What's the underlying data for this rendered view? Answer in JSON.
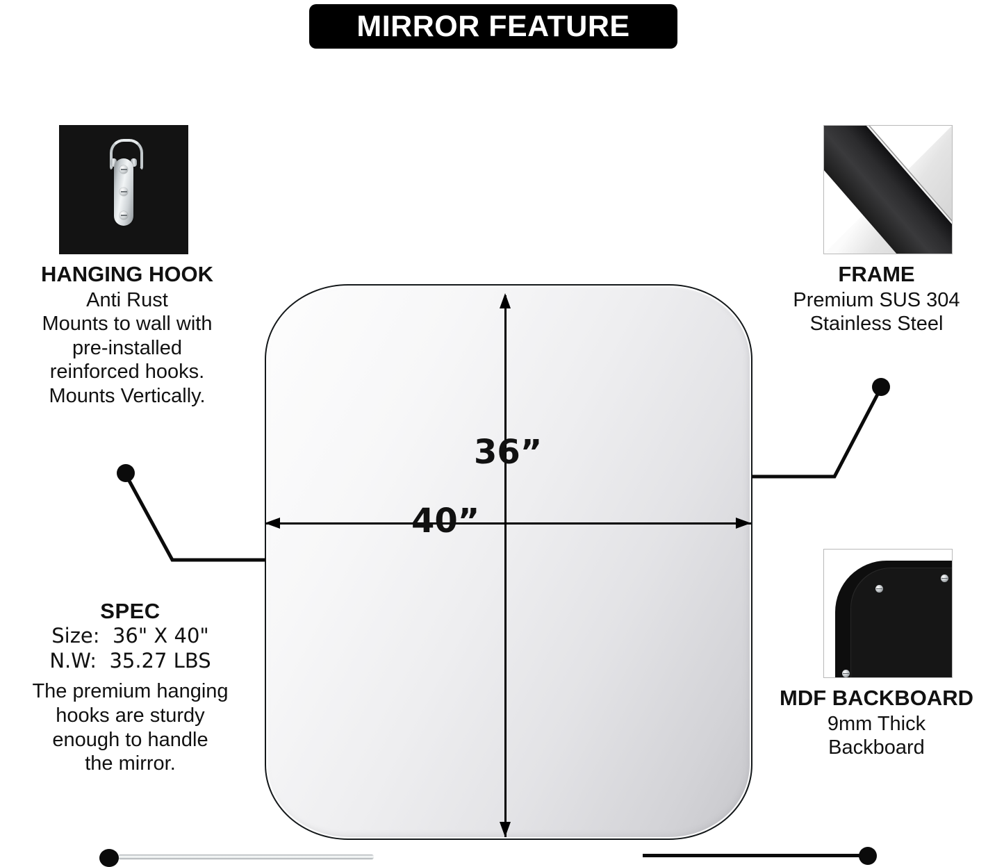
{
  "banner": {
    "title": "MIRROR FEATURE"
  },
  "features": {
    "hanging_hook": {
      "heading": "HANGING HOOK",
      "body": "Anti Rust\nMounts to wall with\npre-installed\nreinforced hooks.\nMounts Vertically.",
      "thumbnail_icon": "d-ring-hanger-icon"
    },
    "frame": {
      "heading": "FRAME",
      "body": "Premium SUS 304\nStainless Steel",
      "thumbnail_icon": "stainless-steel-frame-icon"
    },
    "mdf_backboard": {
      "heading": "MDF BACKBOARD",
      "body": "9mm Thick\nBackboard",
      "thumbnail_icon": "mdf-backboard-corner-icon"
    }
  },
  "spec": {
    "heading": "SPEC",
    "size_line": "Size:  36\" X 40\"",
    "weight_line": "N.W:  35.27 LBS",
    "body": "The premium hanging\nhooks are sturdy\nenough to handle\nthe mirror."
  },
  "dimensions": {
    "width_label": "40”",
    "height_label": "36”"
  },
  "colors": {
    "banner_background": "#000000",
    "banner_text": "#ffffff",
    "text": "#111111",
    "mirror_frame": "#14181a",
    "mirror_glass_light": "#fdfdfd",
    "mirror_glass_dark": "#c6c6ca",
    "thumbnail_hook_background": "#131313",
    "backboard_black": "#0e0e0e"
  }
}
